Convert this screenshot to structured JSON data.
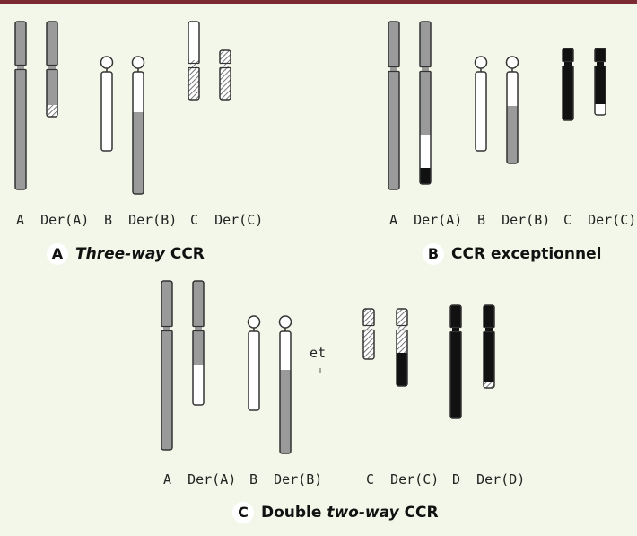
{
  "panels": {
    "a": {
      "letter": "A",
      "caption_italic": "Three-way",
      "caption_rest": " CCR",
      "labels": {
        "ab": "A  Der(A)",
        "b": "B  Der(B)",
        "c": "C  Der(C)"
      }
    },
    "b": {
      "letter": "B",
      "caption": "CCR exceptionnel",
      "labels": {
        "a": "A  Der(A)",
        "b": "B  Der(B)",
        "c": "C  Der(C)"
      }
    },
    "c": {
      "letter": "C",
      "caption_prefix": "Double ",
      "caption_italic": "two-way",
      "caption_rest": " CCR",
      "connector": "et",
      "labels": {
        "ab": "A  Der(A)",
        "b": "B  Der(B)",
        "c": "C  Der(C)",
        "d": "D  Der(D)"
      }
    }
  },
  "colors": {
    "chromosome_A": "#9a9a9a",
    "chromosome_B": "#ffffff",
    "chromosome_C": "hatched",
    "chromosome_D": "#111111",
    "outline": "#333333",
    "background": "#f3f7e9",
    "top_bar": "#7b2a32"
  }
}
